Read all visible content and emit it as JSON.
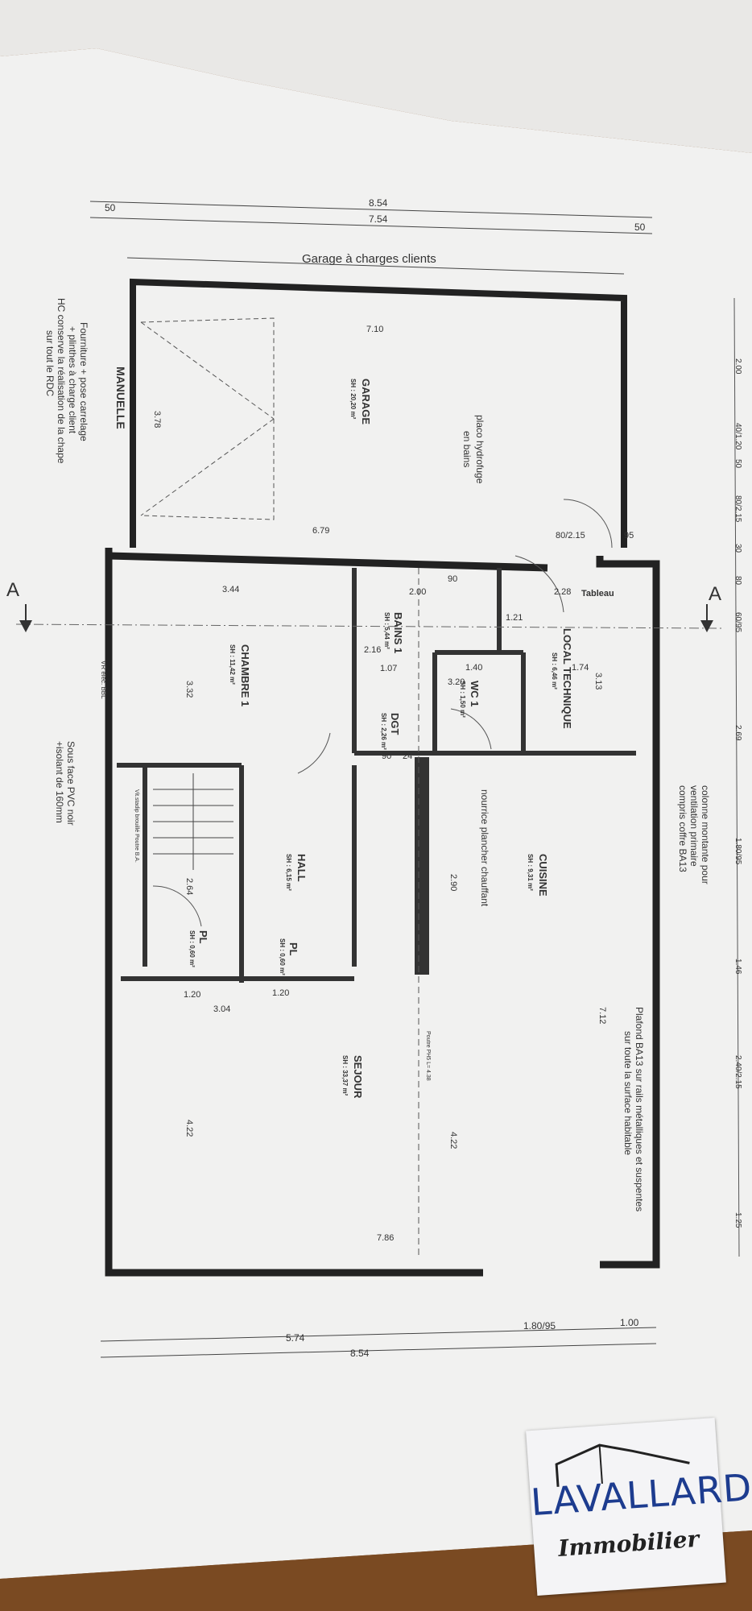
{
  "plan": {
    "top_title": "Garage à charges clients",
    "dims_top": [
      "50",
      "8.54",
      "7.54",
      "50"
    ],
    "dims_bottom": [
      "5.74",
      "8.54",
      "1.80/95",
      "1.00"
    ],
    "dims_right": [
      "2.00",
      "40/1.20",
      "50",
      "80/2.15",
      "30",
      "80",
      "60/95",
      "2.69",
      "1.80/95",
      "1.46",
      "2.40/2.15",
      "1.25"
    ],
    "section_marks": [
      "A",
      "A"
    ],
    "rooms": [
      {
        "name": "GARAGE",
        "area": "SH : 20,20 m²"
      },
      {
        "name": "LOCAL TECHNIQUE",
        "area": "SH : 6,46 m²"
      },
      {
        "name": "BAINS 1",
        "area": "SH : 5,44 m²"
      },
      {
        "name": "WC 1",
        "area": "SH : 1,50 m²"
      },
      {
        "name": "DGT",
        "area": "SH : 2,26 m²"
      },
      {
        "name": "CHAMBRE 1",
        "area": "SH : 11,42 m²"
      },
      {
        "name": "CUISINE",
        "area": "SH : 9,31 m²"
      },
      {
        "name": "HALL",
        "area": "SH : 6,15 m²"
      },
      {
        "name": "PL",
        "area": "SH : 0,60 m²"
      },
      {
        "name": "PL",
        "area": "SH : 0,60 m²"
      },
      {
        "name": "SEJOUR",
        "area": "SH : 33,37 m²"
      }
    ],
    "labels": {
      "manuelle": "MANUELLE",
      "placo": "placo hydrofuge",
      "placo2": "en bains",
      "tableau": "Tableau",
      "colonne1": "colonne montante pour",
      "colonne2": "ventilation primaire",
      "colonne3": "compris coffre BA13",
      "nourrice": "nourrice plancher chauffant",
      "sous_face1": "Sous face PVC noir",
      "sous_face2": "+isolant de 160mm",
      "plafond1": "Plafond BA13 sur rails métalliques et suspentes",
      "plafond2": "sur toute la surface habitable",
      "fourniture1": "Fourniture + pose carrelage",
      "fourniture2": "+ plinthes à charge client",
      "fourniture3": "HC conserve la réalisation de la chape",
      "fourniture4": "sur tout le RDC",
      "vr": "VR élec. BBL",
      "poutre": "Poutre PH5 L= 4.38",
      "vit": "Vit.stadip brouillé Poutre B.A."
    },
    "inner_dims": [
      "7.10",
      "3.78",
      "6.79",
      "3.44",
      "3.32",
      "2.16",
      "2.00",
      "1.07",
      "3.20",
      "1.40",
      "90",
      "1.21",
      "2.28",
      "1.74",
      "3.13",
      "2.90",
      "7.12",
      "4.22",
      "4.22",
      "7.86",
      "3.04",
      "1.20",
      "1.20",
      "2.64",
      "90",
      "24",
      "80/2.15",
      "95"
    ]
  },
  "logo": {
    "name": "LAVALLARD",
    "sub": "Immobilier",
    "color": "#1d3c8f"
  }
}
